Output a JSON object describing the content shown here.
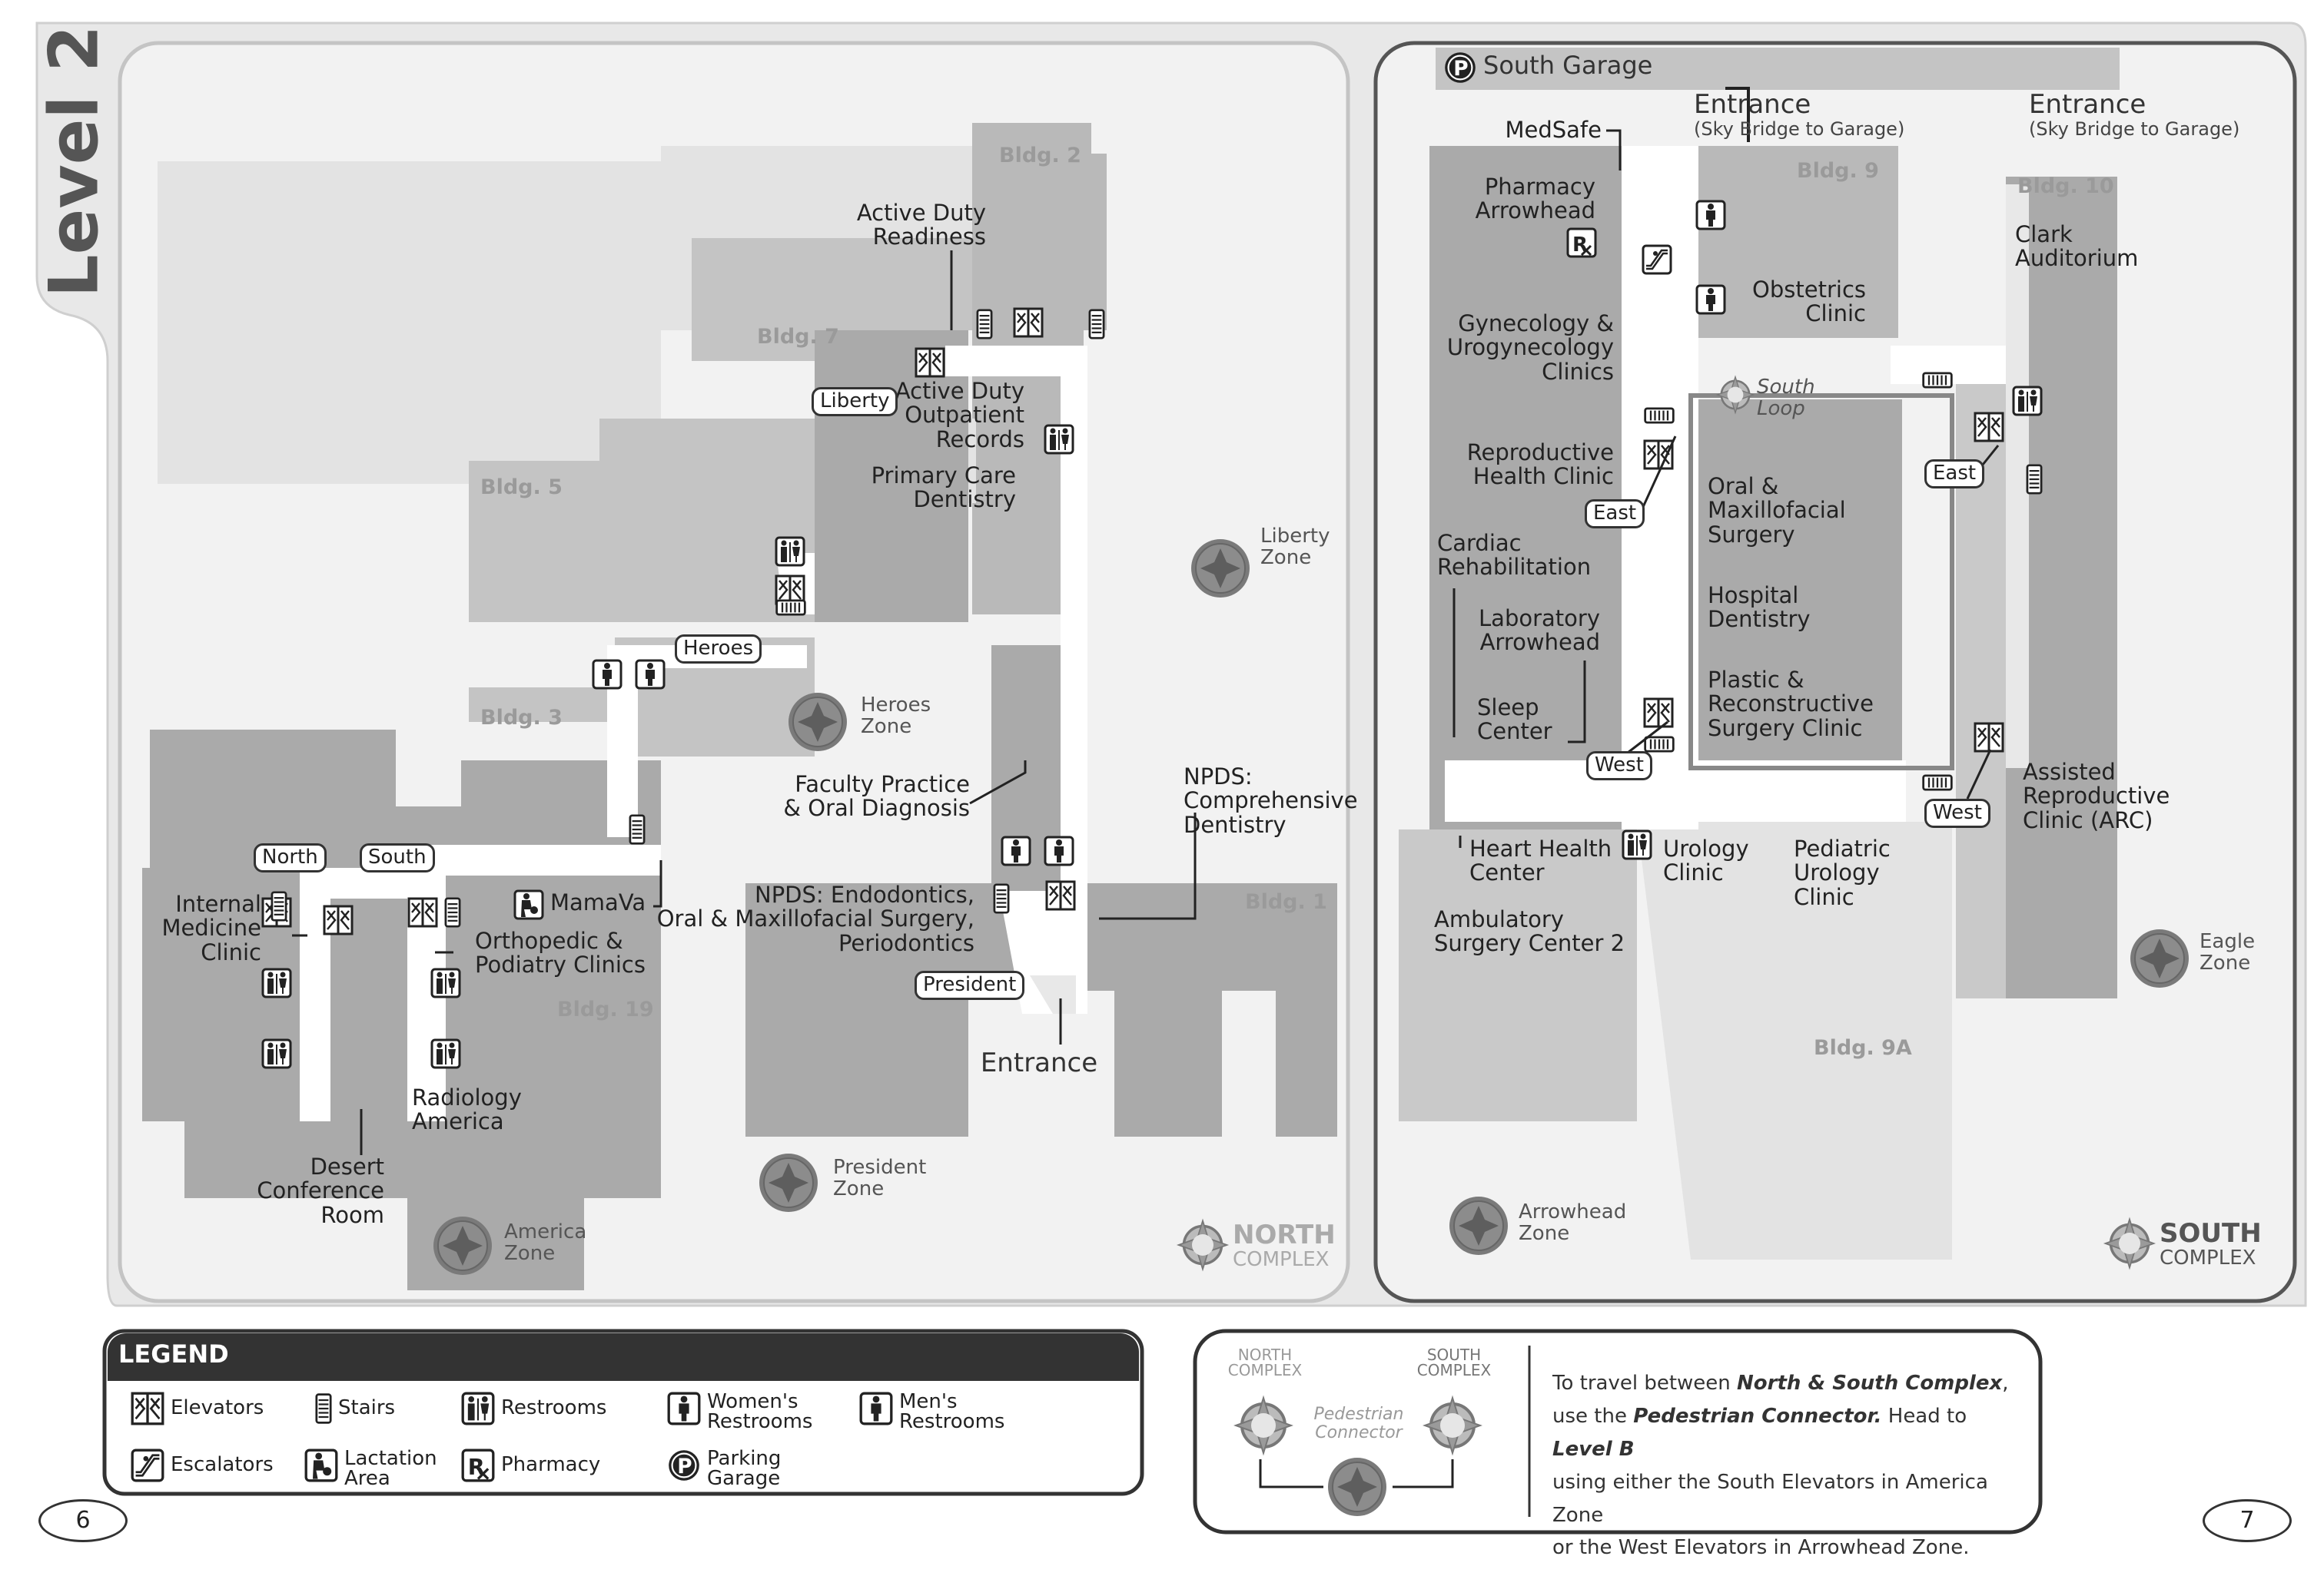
{
  "page": {
    "title": "Level 2",
    "page_left": "6",
    "page_right": "7"
  },
  "north": {
    "buildings": [
      "Bldg. 2",
      "Bldg. 7",
      "Bldg. 5",
      "Bldg. 3",
      "Bldg. 19",
      "Bldg. 1"
    ],
    "labels": {
      "active_duty_readiness": "Active Duty\nReadiness",
      "outpatient_records": "Active Duty\nOutpatient\nRecords",
      "primary_care_dentistry": "Primary Care\nDentistry",
      "faculty_practice": "Faculty Practice\n& Oral Diagnosis",
      "npds_comprehensive": "NPDS:\nComprehensive\nDentistry",
      "npds_endo": "NPDS: Endodontics,\nOral & Maxillofacial Surgery,\nPeriodontics",
      "mamava": "MamaVa",
      "internal_medicine": "Internal\nMedicine\nClinic",
      "orthopedic": "Orthopedic &\nPodiatry Clinics",
      "radiology": "Radiology\nAmerica",
      "desert_conference": "Desert\nConference\nRoom",
      "entrance": "Entrance"
    },
    "elevator_tags": [
      "Liberty",
      "Heroes",
      "North",
      "South",
      "President"
    ],
    "zones": [
      "Liberty\nZone",
      "Heroes\nZone",
      "America\nZone",
      "President\nZone"
    ],
    "complex": [
      "NORTH",
      "COMPLEX"
    ]
  },
  "south": {
    "garage": "South Garage",
    "entrances": [
      {
        "title": "Entrance",
        "sub": "(Sky Bridge to Garage)"
      },
      {
        "title": "Entrance",
        "sub": "(Sky Bridge to Garage)"
      }
    ],
    "buildings": [
      "Bldg. 9",
      "Bldg. 10",
      "Bldg. 9A"
    ],
    "labels": {
      "medsafe": "MedSafe",
      "pharmacy": "Pharmacy\nArrowhead",
      "obstetrics": "Obstetrics\nClinic",
      "gynecology": "Gynecology &\nUrogynecology\nClinics",
      "clark": "Clark\nAuditorium",
      "reproductive": "Reproductive\nHealth Clinic",
      "oral_max": "Oral &\nMaxillofacial\nSurgery",
      "hospital_dentistry": "Hospital\nDentistry",
      "plastic": "Plastic &\nReconstructive\nSurgery Clinic",
      "cardiac": "Cardiac\nRehabilitation",
      "laboratory": "Laboratory\nArrowhead",
      "sleep": "Sleep\nCenter",
      "heart_health": "Heart Health\nCenter",
      "urology": "Urology\nClinic",
      "pediatric_urology": "Pediatric\nUrology\nClinic",
      "assisted": "Assisted\nReproductive\nClinic (ARC)",
      "ambulatory": "Ambulatory\nSurgery Center 2",
      "south_loop": "South\nLoop"
    },
    "elevator_tags": [
      "East",
      "East",
      "West",
      "West"
    ],
    "zones": [
      "Eagle\nZone",
      "Arrowhead\nZone"
    ],
    "complex": [
      "SOUTH",
      "COMPLEX"
    ]
  },
  "legend": {
    "title": "LEGEND",
    "items": [
      {
        "icon": "elevator-icon",
        "label": "Elevators"
      },
      {
        "icon": "stairs-icon",
        "label": "Stairs"
      },
      {
        "icon": "restrooms-icon",
        "label": "Restrooms"
      },
      {
        "icon": "womens-restroom-icon",
        "label": "Women's\nRestrooms"
      },
      {
        "icon": "mens-restroom-icon",
        "label": "Men's\nRestrooms"
      },
      {
        "icon": "escalator-icon",
        "label": "Escalators"
      },
      {
        "icon": "lactation-icon",
        "label": "Lactation\nArea"
      },
      {
        "icon": "pharmacy-icon",
        "label": "Pharmacy"
      },
      {
        "icon": "parking-icon",
        "label": "Parking\nGarage"
      }
    ]
  },
  "connector": {
    "north_label": "NORTH\nCOMPLEX",
    "south_label": "SOUTH\nCOMPLEX",
    "middle_label": "Pedestrian\nConnector",
    "text_parts": [
      "To travel between ",
      "North & South Complex",
      ",\nuse the ",
      "Pedestrian Connector.",
      " Head to ",
      "Level B",
      "\nusing either the South Elevators in America Zone\nor the West Elevators in Arrowhead Zone."
    ]
  },
  "colors": {
    "floor_dark": "#a8a8a8",
    "floor_mid": "#c4c4c4",
    "floor_light": "#dedede",
    "corridor": "#ffffff",
    "ink": "#333333"
  }
}
